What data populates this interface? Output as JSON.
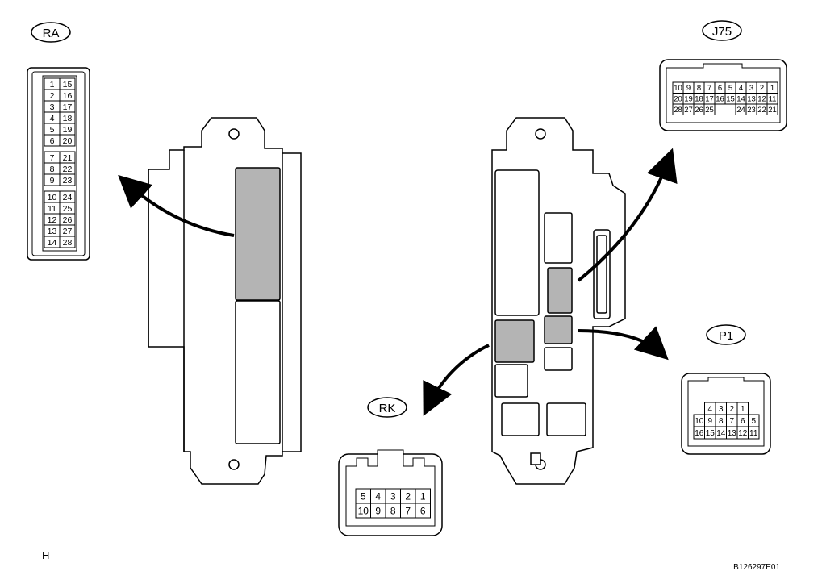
{
  "connectors": {
    "RA": {
      "label": "RA",
      "rows": [
        [
          "1",
          "15"
        ],
        [
          "2",
          "16"
        ],
        [
          "3",
          "17"
        ],
        [
          "4",
          "18"
        ],
        [
          "5",
          "19"
        ],
        [
          "6",
          "20"
        ],
        [
          "7",
          "21"
        ],
        [
          "8",
          "22"
        ],
        [
          "9",
          "23"
        ],
        [
          "10",
          "24"
        ],
        [
          "11",
          "25"
        ],
        [
          "12",
          "26"
        ],
        [
          "13",
          "27"
        ],
        [
          "14",
          "28"
        ]
      ]
    },
    "J75": {
      "label": "J75",
      "rows": [
        [
          "10",
          "9",
          "8",
          "7",
          "6",
          "5",
          "4",
          "3",
          "2",
          "1"
        ],
        [
          "20",
          "19",
          "18",
          "17",
          "16",
          "15",
          "14",
          "13",
          "12",
          "11"
        ],
        [
          "28",
          "27",
          "26",
          "25",
          "",
          "",
          "24",
          "23",
          "22",
          "21"
        ]
      ]
    },
    "RK": {
      "label": "RK",
      "rows": [
        [
          "5",
          "4",
          "3",
          "2",
          "1"
        ],
        [
          "10",
          "9",
          "8",
          "7",
          "6"
        ]
      ]
    },
    "P1": {
      "label": "P1",
      "rows": [
        [
          "",
          "4",
          "3",
          "2",
          "1",
          ""
        ],
        [
          "10",
          "9",
          "8",
          "7",
          "6",
          "5"
        ],
        [
          "16",
          "15",
          "14",
          "13",
          "12",
          "11"
        ]
      ]
    }
  },
  "corner_left": "H",
  "figure_code": "B126297E01",
  "colors": {
    "line": "#000000",
    "highlight": "#b4b4b4",
    "background": "#ffffff"
  }
}
